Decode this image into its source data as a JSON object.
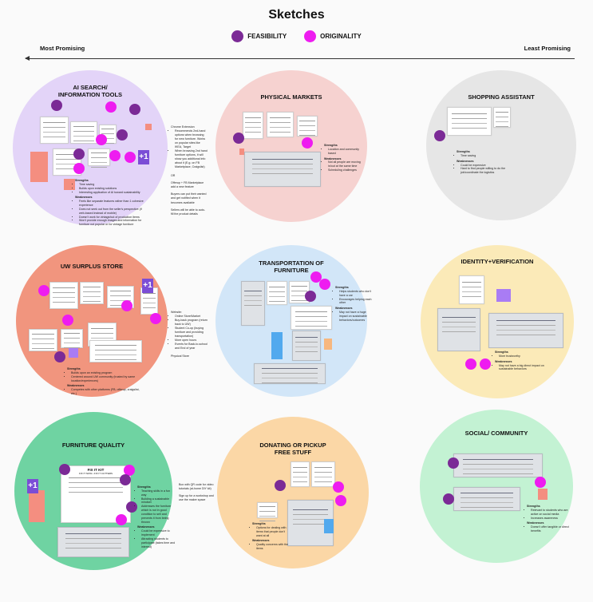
{
  "title": "Sketches",
  "legend": [
    {
      "label": "FEASIBILITY",
      "color": "#7b2a96"
    },
    {
      "label": "ORIGINALITY",
      "color": "#ee1cf0"
    }
  ],
  "axis": {
    "left": "Most Promising",
    "right": "Least Promising"
  },
  "colors": {
    "feasibility": "#7b2a96",
    "originality": "#ee1cf0",
    "purple_circle": "#e3d4f8",
    "salmon_circle": "#f6d2d0",
    "gray_circle": "#e6e6e6",
    "red_circle": "#f1957e",
    "blue_circle": "#d2e6f8",
    "yellow_circle": "#fbeab8",
    "green_dark_circle": "#6fd3a2",
    "orange_circle": "#fbd7a6",
    "green_light_circle": "#c3f2d3"
  },
  "categories": {
    "ai_search": {
      "title_line1": "AI SEARCH/",
      "title_line2": "INFORMATION TOOLS",
      "strengths_label": "Strengths",
      "strengths": [
        "Time saving",
        "Builds upon existing solutions",
        "Interesting application of AI toward sustainability"
      ],
      "weaknesses_label": "Weaknesses",
      "weaknesses": [
        "Feels like separate features rather than 1 cohesive experience",
        "Does not seek out from the seller's perspective (if web-based instead of mobile)",
        "Doesn't work for vintage/out of production items",
        "Won't provide enough images and information for furniture not popular or for vintage furniture"
      ]
    },
    "physical_markets": {
      "title": "PHYSICAL MARKETS",
      "strengths_label": "Strengths",
      "strengths": [
        "Location and community based"
      ],
      "weaknesses_label": "Weaknesses",
      "weaknesses": [
        "Not all people are moving in/out at the same time",
        "Scheduling challenges"
      ]
    },
    "shopping_assistant": {
      "title": "SHOPPING ASSISTANT",
      "strengths_label": "Strengths",
      "strengths": [
        "Time saving"
      ],
      "weaknesses_label": "Weaknesses",
      "weaknesses": [
        "Could be expensive",
        "Hard to find people willing to do the job/coordinate the logistics"
      ]
    },
    "uw_surplus": {
      "title": "UW SURPLUS STORE",
      "strengths_label": "Strengths",
      "strengths": [
        "Builds upon an existing program",
        "Centered around UW community (trusted by same location/experiences)"
      ],
      "weaknesses_label": "Weaknesses",
      "weaknesses": [
        "Competes with other platforms (FB, offerup, craigslist, etc.)"
      ]
    },
    "transportation": {
      "title_line1": "TRANSPORTATION OF",
      "title_line2": "FURNITURE",
      "strengths_label": "Strengths",
      "strengths": [
        "Helps students who don't have a car",
        "Encourages helping each other"
      ],
      "weaknesses_label": "Weaknesses",
      "weaknesses": [
        "May not have a huge impact on sustainable behaviors/outcomes"
      ]
    },
    "identity": {
      "title": "IDENTITY+VERIFICATION",
      "strengths_label": "Strengths",
      "strengths": [
        "More trustworthy"
      ],
      "weaknesses_label": "Weaknesses",
      "weaknesses": [
        "May not have a big direct impact on sustainable behaviors"
      ]
    },
    "furniture_quality": {
      "title": "FURNITURE QUALITY",
      "strengths_label": "Strengths",
      "strengths": [
        "Teaching skills in a fun way",
        "Building a sustainable mindset",
        "Addresses the furniture which is not in good condition to sell and prevents it from being thrown"
      ],
      "weaknesses_label": "Weaknesses",
      "weaknesses": [
        "Could be expensive to implement",
        "Attracting students to participate (takes time and interest)"
      ]
    },
    "donating": {
      "title_line1": "DONATING OR PICKUP",
      "title_line2": "FREE STUFF",
      "strengths_label": "Strengths",
      "strengths": [
        "Options for dealing with items that people don't want at all"
      ],
      "weaknesses_label": "Weaknesses",
      "weaknesses": [
        "Quality concerns with the items"
      ]
    },
    "social": {
      "title": "SOCIAL/ COMMUNITY",
      "strengths_label": "Strengths",
      "strengths": [
        "Relevant to students who are active on social media",
        "Increases awareness"
      ],
      "weaknesses_label": "Weaknesses",
      "weaknesses": [
        "Doesn't offer tangible or direct benefits"
      ]
    }
  },
  "side_notes": {
    "ai": {
      "heading": "Chrome Extension",
      "items": [
        "Recommends 2nd-hand options when browsing for new furniture. Works on popular sites like IKEA, Target",
        "When browsing 2nd hand furniture options, it will show you additional info about it (E.g. on FB Marketplace, Craigslist)"
      ],
      "extra1": "OR",
      "extra2": "Offerup + FB Marketplace add a new feature",
      "extra3": "Buyers can put their wanted and get notified when it becomes available",
      "extra4": "Sellers will be able to auto-fill the product details"
    },
    "uw": {
      "heading": "Website:",
      "items": [
        "Online Store/Market",
        "Buy-back program (return back to UW)",
        "Student Co-op (buying furniture and providing transportation)",
        "More open hours",
        "Events for Back-to-school and End of year"
      ],
      "extra": "Physical Store"
    },
    "quality": {
      "line1": "Box with QR code for video tutorials (at-home DIY kit)",
      "line2": "Sign up for a workshop and use the maker space"
    }
  },
  "plus_one": "+1",
  "kit_title": "FIX IT KIT",
  "kit_subtitle": "FIX IT NOW • FIX IT CUTTERS"
}
